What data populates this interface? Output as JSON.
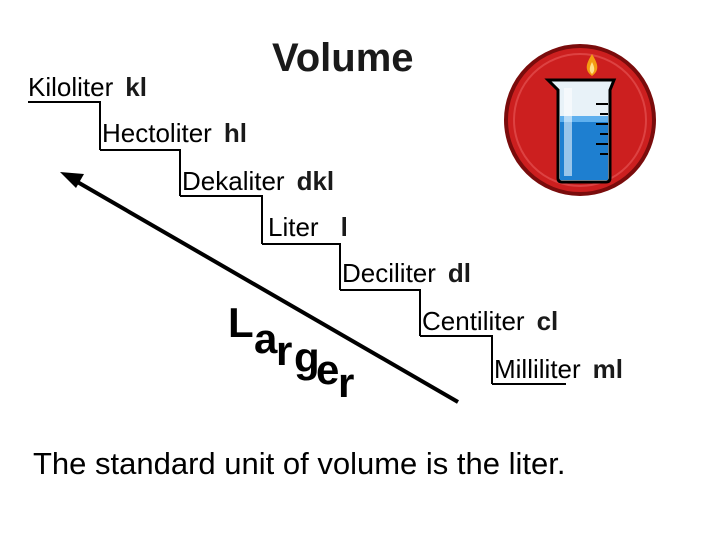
{
  "title": "Volume",
  "units": [
    {
      "name": "Kiloliter",
      "abbr": "kl"
    },
    {
      "name": "Hectoliter",
      "abbr": "hl"
    },
    {
      "name": "Dekaliter",
      "abbr": "dkl"
    },
    {
      "name": "Liter",
      "abbr": "l"
    },
    {
      "name": "Deciliter",
      "abbr": "dl"
    },
    {
      "name": "Centiliter",
      "abbr": "cl"
    },
    {
      "name": "Milliliter",
      "abbr": "ml"
    }
  ],
  "larger_label": [
    "L",
    "a",
    "r",
    "g",
    "e",
    "r"
  ],
  "footer": "The standard unit of volume is the liter.",
  "icon": "beaker-icon",
  "colors": {
    "icon_red": "#cc1f1f",
    "beaker_liquid": "#1e7fd0",
    "flame": "#f39c12"
  }
}
